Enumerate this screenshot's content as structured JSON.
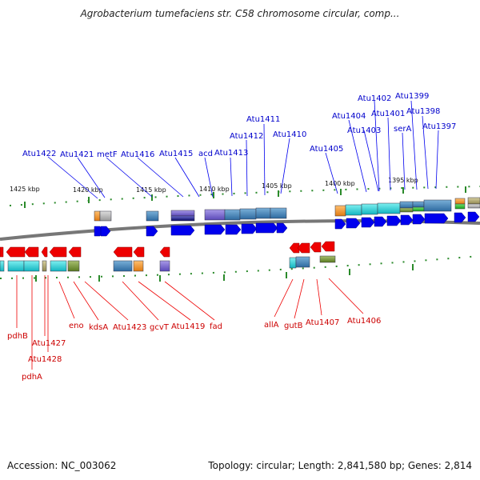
{
  "title": "Agrobacterium tumefaciens str. C58 chromosome circular, comp...",
  "accession_label": "Accession: NC_003062",
  "summary_label": "Topology: circular; Length: 2,841,580 bp; Genes: 2,814",
  "colors": {
    "top_gene_label": "#0000cc",
    "bottom_gene_label": "#cc0000",
    "forward_arrow": "#0000ee",
    "reverse_arrow": "#ee0000",
    "backbone": "#777777",
    "tick": "#2a8a2a"
  },
  "kbp_labels": [
    "1425 kbp",
    "1420 kbp",
    "1415 kbp",
    "1410 kbp",
    "1405 kbp",
    "1400 kbp",
    "1395 kbp"
  ],
  "top_genes": [
    "Atu1422",
    "Atu1421",
    "metF",
    "Atu1416",
    "Atu1415",
    "acd",
    "Atu1413",
    "Atu1412",
    "Atu1411",
    "Atu1410",
    "Atu1405",
    "Atu1404",
    "Atu1403",
    "Atu1402",
    "Atu1401",
    "serA",
    "Atu1399",
    "Atu1398",
    "Atu1397"
  ],
  "bottom_genes": [
    "pdhB",
    "Atu1427",
    "Atu1428",
    "pdhA",
    "eno",
    "kdsA",
    "Atu1423",
    "gcvT",
    "Atu1419",
    "fad",
    "allA",
    "gutB",
    "Atu1407",
    "Atu1406"
  ]
}
